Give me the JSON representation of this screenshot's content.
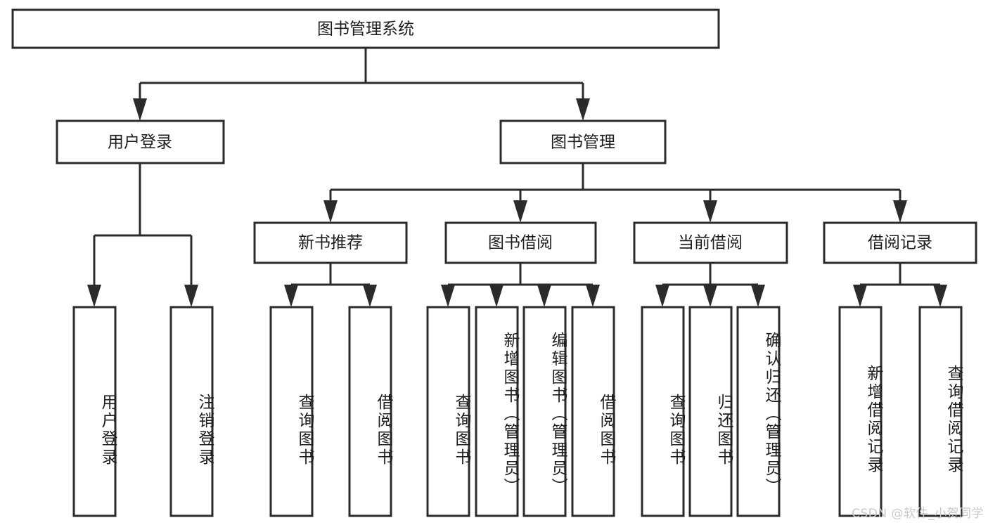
{
  "diagram": {
    "type": "tree-hierarchy-functional-decomposition",
    "title": "图书管理系统",
    "background_color": "#ffffff",
    "box_stroke_color": "#2b2b2b",
    "box_fill_color": "#ffffff",
    "text_color": "#1d1d1d",
    "levels": {
      "root": {
        "id": "root",
        "label": "图书管理系统",
        "orientation": "horizontal"
      },
      "level2": [
        {
          "id": "user-login",
          "label": "用户登录",
          "orientation": "horizontal"
        },
        {
          "id": "book-management",
          "label": "图书管理",
          "orientation": "horizontal"
        }
      ],
      "level3": [
        {
          "id": "new-book-recommend",
          "label": "新书推荐",
          "orientation": "horizontal",
          "parent": "book-management"
        },
        {
          "id": "book-borrow",
          "label": "图书借阅",
          "orientation": "horizontal",
          "parent": "book-management"
        },
        {
          "id": "current-borrow",
          "label": "当前借阅",
          "orientation": "horizontal",
          "parent": "book-management"
        },
        {
          "id": "borrow-record",
          "label": "借阅记录",
          "orientation": "horizontal",
          "parent": "book-management"
        }
      ],
      "leaves": [
        {
          "id": "leaf-user-login",
          "label": "用户登录",
          "orientation": "vertical",
          "parent": "user-login"
        },
        {
          "id": "leaf-logout-login",
          "label": "注销登录",
          "orientation": "vertical",
          "parent": "user-login"
        },
        {
          "id": "leaf-query-book-1",
          "label": "查询图书",
          "orientation": "vertical",
          "parent": "new-book-recommend"
        },
        {
          "id": "leaf-borrow-book-1",
          "label": "借阅图书",
          "orientation": "vertical",
          "parent": "new-book-recommend"
        },
        {
          "id": "leaf-query-book-2",
          "label": "查询图书",
          "orientation": "vertical",
          "parent": "book-borrow"
        },
        {
          "id": "leaf-add-book-admin",
          "label": "新增图书（管理员）",
          "orientation": "vertical",
          "parent": "book-borrow"
        },
        {
          "id": "leaf-edit-book-admin",
          "label": "编辑图书（管理员）",
          "orientation": "vertical",
          "parent": "book-borrow"
        },
        {
          "id": "leaf-borrow-book-2",
          "label": "借阅图书",
          "orientation": "vertical",
          "parent": "book-borrow"
        },
        {
          "id": "leaf-query-book-3",
          "label": "查询图书",
          "orientation": "vertical",
          "parent": "current-borrow"
        },
        {
          "id": "leaf-return-book",
          "label": "归还图书",
          "orientation": "vertical",
          "parent": "current-borrow"
        },
        {
          "id": "leaf-confirm-return-admin",
          "label": "确认归还（管理员）",
          "orientation": "vertical",
          "parent": "current-borrow"
        },
        {
          "id": "leaf-add-borrow-record",
          "label": "新增借阅记录",
          "orientation": "vertical",
          "parent": "borrow-record"
        },
        {
          "id": "leaf-query-borrow-record",
          "label": "查询借阅记录",
          "orientation": "vertical",
          "parent": "borrow-record"
        }
      ]
    }
  },
  "watermark": {
    "text": "CSDN @软件_小贺同学",
    "color": "#c9c9c9"
  }
}
